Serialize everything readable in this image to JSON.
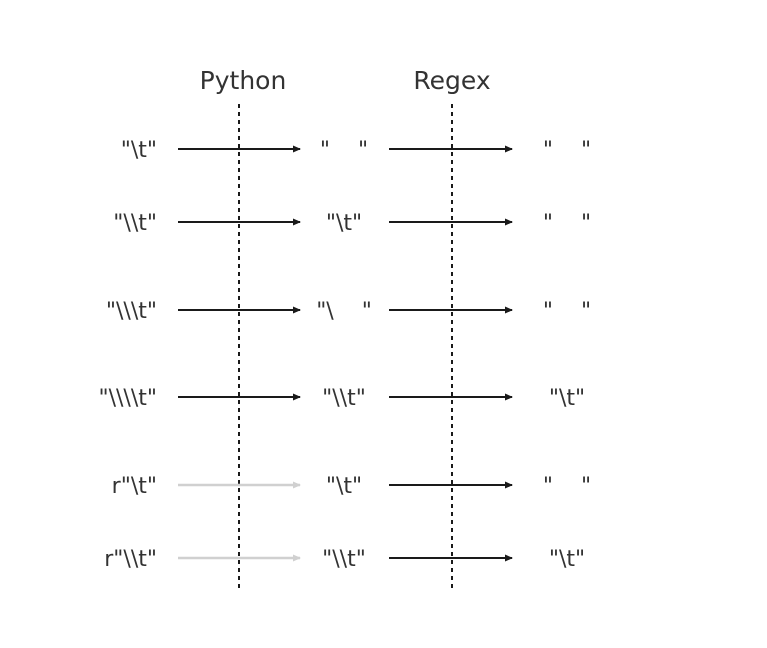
{
  "stages": [
    "Python",
    "Regex"
  ],
  "arrow_colors": {
    "active": "#1a1a1a",
    "inactive": "#d0d0d0"
  },
  "rows": [
    {
      "input": "\"\\t\"",
      "python_result": "\"    \"",
      "regex_result": "\"    \"",
      "python_arrow": "active"
    },
    {
      "input": "\"\\\\t\"",
      "python_result": "\"\\t\"",
      "regex_result": "\"    \"",
      "python_arrow": "active"
    },
    {
      "input": "\"\\\\\\t\"",
      "python_result": "\"\\    \"",
      "regex_result": "\"    \"",
      "python_arrow": "active"
    },
    {
      "input": "\"\\\\\\\\t\"",
      "python_result": "\"\\\\t\"",
      "regex_result": "\"\\t\"",
      "python_arrow": "active"
    },
    {
      "input": "r\"\\t\"",
      "python_result": "\"\\t\"",
      "regex_result": "\"    \"",
      "python_arrow": "inactive"
    },
    {
      "input": "r\"\\\\t\"",
      "python_result": "\"\\\\t\"",
      "regex_result": "\"\\t\"",
      "python_arrow": "inactive"
    }
  ]
}
